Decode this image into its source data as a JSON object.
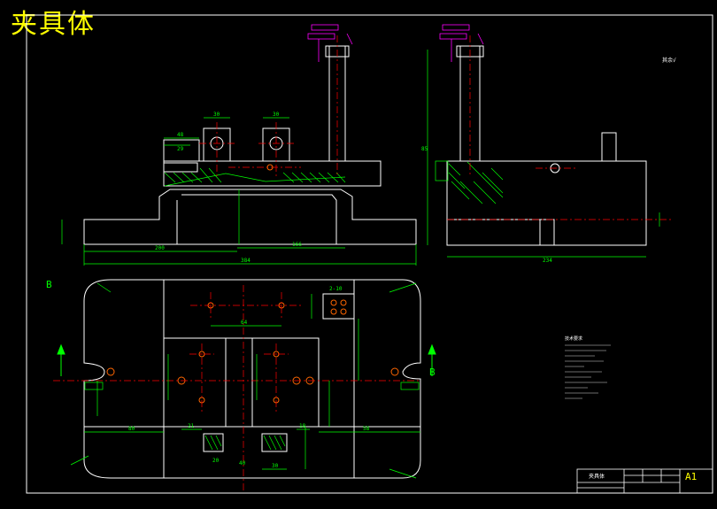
{
  "drawing": {
    "title": "夹具体",
    "section_label_left": "B",
    "section_label_right": "B",
    "roughness_note": "其余√",
    "tech_req_title": "技术要求"
  },
  "title_block": {
    "name": "夹具体",
    "sheet_size": "A1"
  },
  "colors": {
    "background": "#000000",
    "outline": "#ffffff",
    "dimension": "#00ff00",
    "centerline": "#ff0000",
    "hatch": "#00ff00",
    "tolerance": "#ff00ff",
    "title": "#ffff00",
    "hole": "#ff6600"
  },
  "dimensions": {
    "front_top_left": "30",
    "front_top_right": "30",
    "front_total": "384",
    "front_left": "200",
    "front_right": "166",
    "front_width_a": "48",
    "front_width_b": "29",
    "side_total": "234",
    "side_height": "85",
    "plan_mid": "64",
    "plan_left": "80",
    "plan_right": "58",
    "plan_bottom": "40",
    "plan_inner_a": "21",
    "plan_inner_b": "18",
    "plan_hole_pitch": "30",
    "plan_pin_a": "2-10",
    "plan_bottom_label": "20"
  }
}
